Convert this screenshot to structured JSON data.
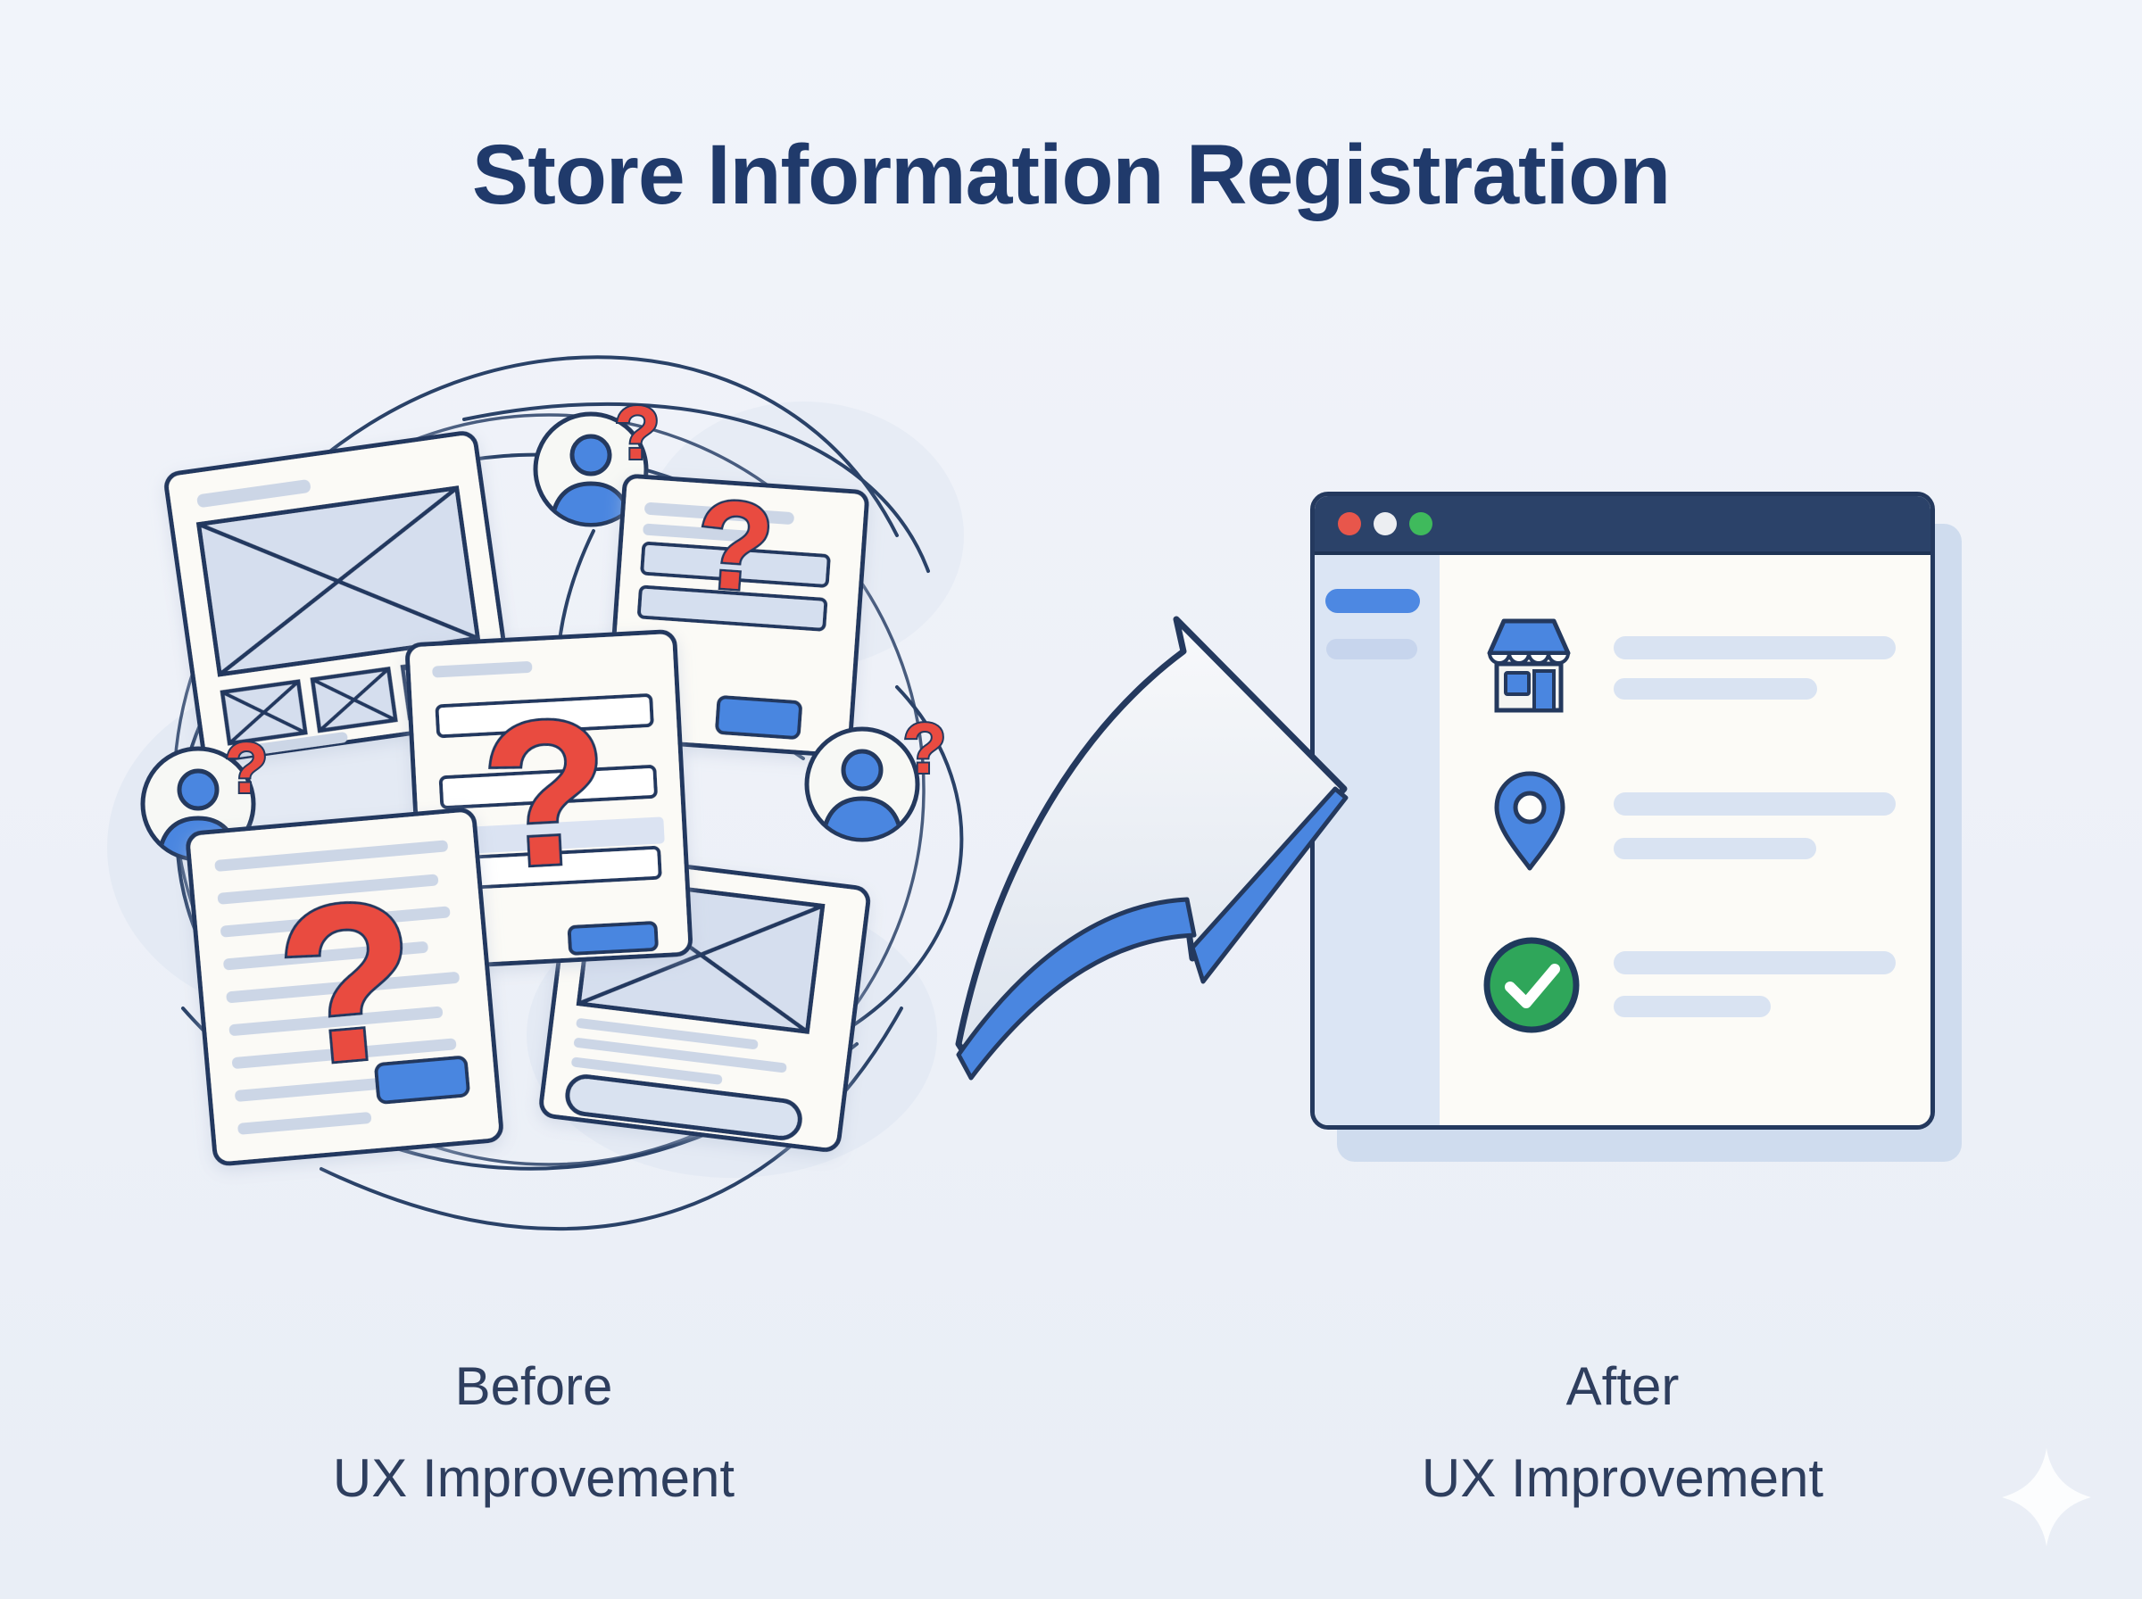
{
  "title": "Store Information Registration",
  "panels": {
    "before": {
      "label_line1": "Before",
      "label_line2": "UX Improvement"
    },
    "after": {
      "label_line1": "After",
      "label_line2": "UX Improvement"
    }
  },
  "icons": {
    "question_mark": "?"
  },
  "palette": {
    "background": "#eef1f8",
    "navy_outline": "#24395e",
    "title_text": "#203a6b",
    "label_text": "#2e3e5e",
    "accent_blue": "#4a86e0",
    "alert_red": "#e94b41",
    "success_green": "#2fa65a",
    "titlebar_navy": "#2b4269",
    "traffic_red": "#e8564b",
    "traffic_white": "#eceef2",
    "traffic_green": "#3fba5c",
    "doc_fill": "#fbfaf6",
    "wireframe_fill": "#d5deee",
    "placeholder_line": "#ccd6e6",
    "input_fill": "#ffffff",
    "sidebar_fill": "#dbe5f4",
    "window_shadow": "#cfdcee"
  }
}
